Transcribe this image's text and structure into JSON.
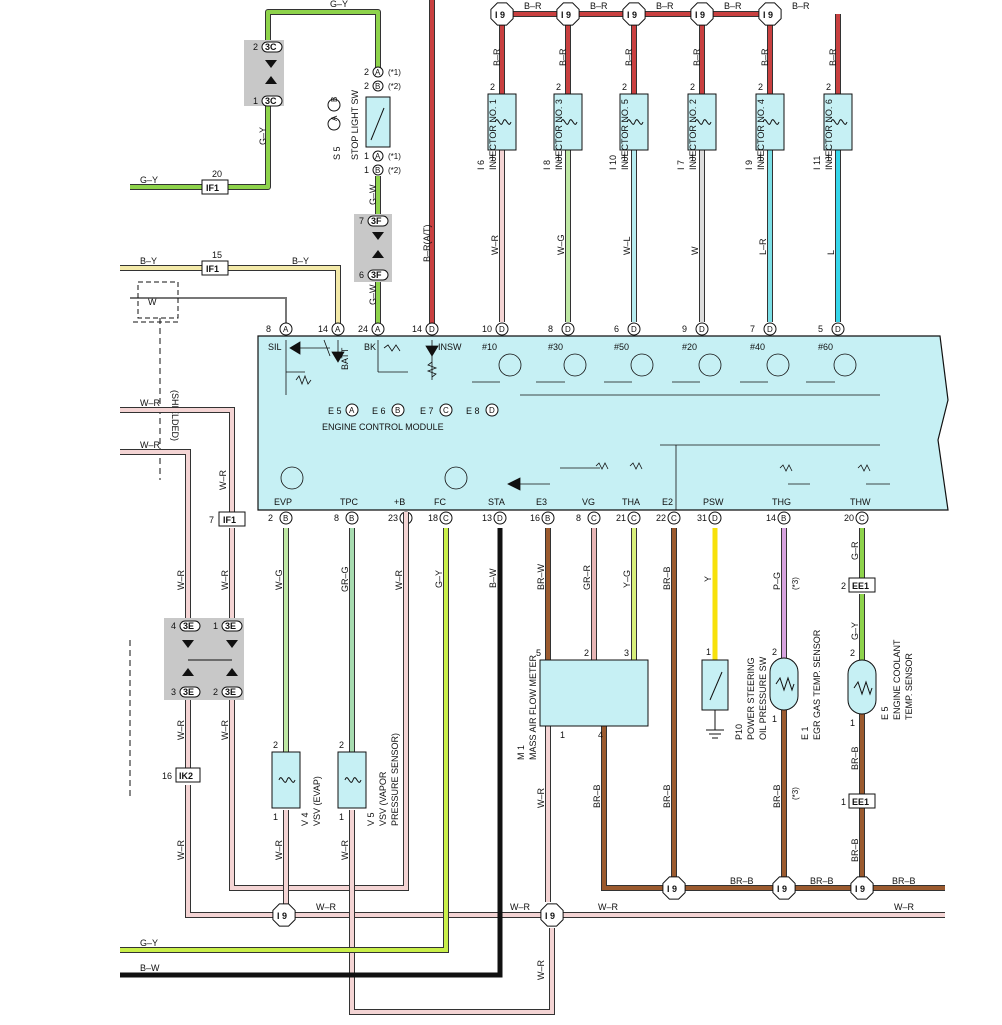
{
  "colors": {
    "green": "#8ed34b",
    "green_yellow": "#c9ef4a",
    "red": "#c94040",
    "brown": "#9b5a2e",
    "yellow": "#f7e10a",
    "light_blue": "#36d6ea",
    "cyan": "#7bdfe6",
    "pink": "#d7a3df",
    "ecm_fill": "#c6f0f4",
    "connector_gray": "#c8c8c8"
  },
  "ecm": {
    "title": "ENGINE CONTROL MODULE",
    "conn": [
      "E 5",
      "E 6",
      "E 7",
      "E 8"
    ],
    "conn_letters": [
      "A",
      "B",
      "C",
      "D"
    ]
  },
  "top_pins": [
    {
      "num": "8",
      "letter": "A",
      "name": "SIL"
    },
    {
      "num": "14",
      "letter": "A",
      "name": "BATT"
    },
    {
      "num": "24",
      "letter": "A",
      "name": "BK"
    },
    {
      "num": "14",
      "letter": "D",
      "name": "INSW"
    },
    {
      "num": "10",
      "letter": "D",
      "name": "#10"
    },
    {
      "num": "8",
      "letter": "D",
      "name": "#30"
    },
    {
      "num": "6",
      "letter": "D",
      "name": "#50"
    },
    {
      "num": "9",
      "letter": "D",
      "name": "#20"
    },
    {
      "num": "7",
      "letter": "D",
      "name": "#40"
    },
    {
      "num": "5",
      "letter": "D",
      "name": "#60"
    }
  ],
  "bottom_pins": [
    {
      "num": "2",
      "letter": "B",
      "name": "EVP"
    },
    {
      "num": "8",
      "letter": "B",
      "name": "TPC"
    },
    {
      "num": "23",
      "letter": "A",
      "name": "+B"
    },
    {
      "num": "18",
      "letter": "C",
      "name": "FC"
    },
    {
      "num": "13",
      "letter": "D",
      "name": "STA"
    },
    {
      "num": "16",
      "letter": "B",
      "name": "E3"
    },
    {
      "num": "8",
      "letter": "C",
      "name": "VG"
    },
    {
      "num": "21",
      "letter": "C",
      "name": "THA"
    },
    {
      "num": "22",
      "letter": "C",
      "name": "E2"
    },
    {
      "num": "31",
      "letter": "D",
      "name": "PSW"
    },
    {
      "num": "14",
      "letter": "B",
      "name": "THG"
    },
    {
      "num": "20",
      "letter": "C",
      "name": "THW"
    }
  ],
  "injectors": [
    {
      "id": "I 6",
      "name": "INJECTOR NO. 1",
      "wire": "W–R"
    },
    {
      "id": "I 8",
      "name": "INJECTOR NO. 3",
      "wire": "W–G"
    },
    {
      "id": "I 10",
      "name": "INJECTOR NO. 5",
      "wire": "W–L"
    },
    {
      "id": "I 7",
      "name": "INJECTOR NO. 2",
      "wire": "W"
    },
    {
      "id": "I 9",
      "name": "INJECTOR NO. 4",
      "wire": "L–R"
    },
    {
      "id": "I 11",
      "name": "INJECTOR NO. 6",
      "wire": "L"
    }
  ],
  "labels": {
    "j_i9": "I 9",
    "w_br": "B–R",
    "w_gy": "G–Y",
    "w_gw": "G–W",
    "w_by": "B–Y",
    "w_w": "W",
    "w_wr": "W–R",
    "w_bw": "B–W",
    "w_brb": "BR–B",
    "w_wg": "W–G",
    "w_grg": "GR–G",
    "w_brw": "BR–W",
    "w_grr": "GR–R",
    "w_yg": "Y–G",
    "w_y": "Y",
    "w_pg": "P–G",
    "w_gr": "G–R",
    "w_br_at": "B–R(A/T)",
    "star1": "(*1)",
    "star2": "(*2)",
    "star3": "(*3)",
    "stop_sw": "STOP LIGHT SW",
    "s5": "S 5",
    "s5_conn_a": "A",
    "s5_conn_b": "B",
    "shielded": "(SHIELDED)",
    "if1": "IF1",
    "ik2": "IK2",
    "ee1": "EE1",
    "c3c": "3C",
    "c3f": "3F",
    "c3e": "3E",
    "pin_20": "20",
    "pin_15": "15",
    "pin_16": "16",
    "pin_7": "7",
    "pin_1": "1",
    "pin_2": "2",
    "pin_3": "3",
    "pin_4": "4",
    "pin_5": "5",
    "pin_6": "6",
    "v4_id": "V 4",
    "v4_name": "VSV (EVAP)",
    "v5_id": "V 5",
    "v5_name": "VSV (VAPOR",
    "v5_name2": "PRESSURE SENSOR)",
    "maf_id": "M 1",
    "maf_name": "MASS AIR FLOW METER",
    "psw_id": "P10",
    "psw_name": "POWER STEERING",
    "psw_name2": "OIL PRESSURE SW",
    "egr_id": "E 1",
    "egr_name": "EGR GAS TEMP. SENSOR",
    "ect_id": "E 5",
    "ect_name": "ENGINE COOLANT",
    "ect_name2": "TEMP. SENSOR",
    "letter_a": "A",
    "letter_b": "B",
    "letter_c": "C",
    "letter_d": "D"
  }
}
